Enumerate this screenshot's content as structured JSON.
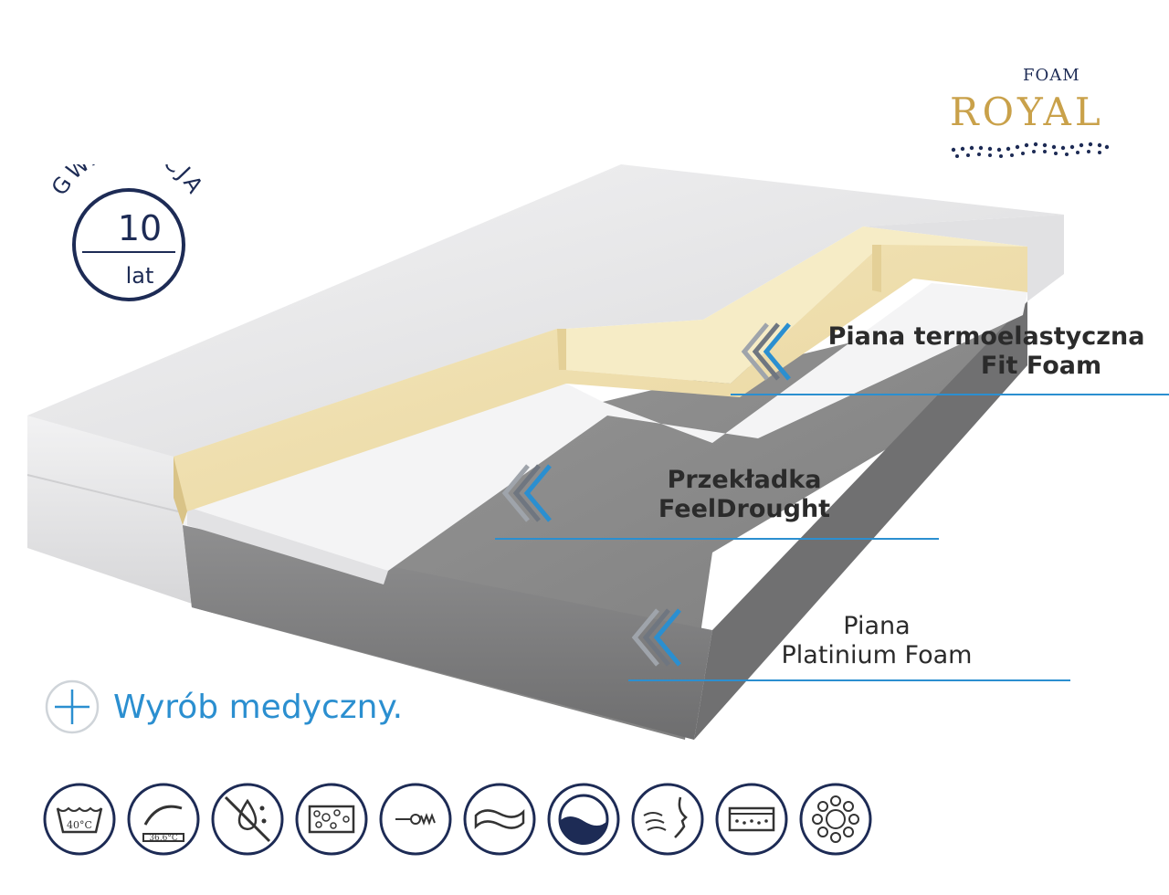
{
  "brand": {
    "top": "FOAM",
    "main": "ROYAL"
  },
  "warranty": {
    "arc_text": "GWARANCJA",
    "number": "10",
    "unit": "lat"
  },
  "layers": [
    {
      "line1": "Piana termoelastyczna",
      "line2": "Fit Foam"
    },
    {
      "line1": "Przekładka",
      "line2": "FeelDrought"
    },
    {
      "line1": "Piana",
      "line2": "Platinium Foam"
    }
  ],
  "medical": {
    "text": "Wyrób medyczny."
  },
  "feature_icons": [
    {
      "icon": "wash-40c-icon",
      "label": "40°C"
    },
    {
      "icon": "thermo-hand-icon",
      "label": "36,6°C"
    },
    {
      "icon": "no-moisture-icon"
    },
    {
      "icon": "foam-cells-icon"
    },
    {
      "icon": "spring-icon"
    },
    {
      "icon": "wave-foam-icon"
    },
    {
      "icon": "wave-circle-icon"
    },
    {
      "icon": "breath-face-icon"
    },
    {
      "icon": "mattress-layers-icon"
    },
    {
      "icon": "bacteria-icon"
    }
  ],
  "colors": {
    "accent_blue": "#2b8fd0",
    "navy": "#1d2b55",
    "gold": "#c9a14a",
    "memory_foam": "#efdfae",
    "cover": "#e9e9ea",
    "gray_foam": "#8c8c8c"
  }
}
